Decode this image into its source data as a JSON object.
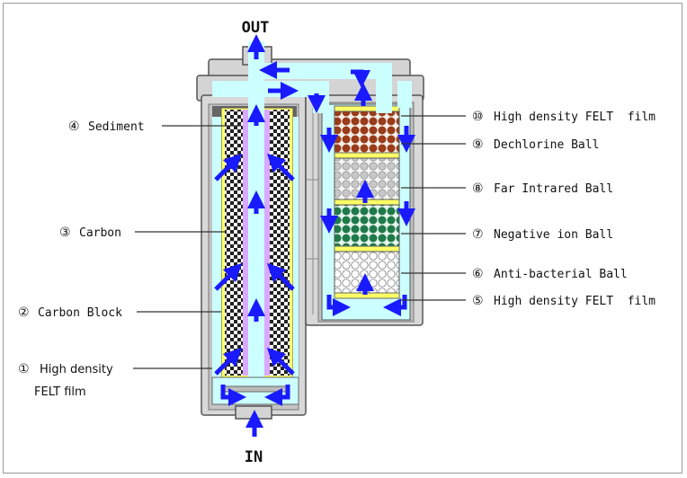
{
  "flow": {
    "out": "OUT",
    "in": "IN"
  },
  "left_labels": [
    {
      "num": "④",
      "text": "Sediment"
    },
    {
      "num": "③",
      "text": "Carbon"
    },
    {
      "num": "②",
      "text": "Carbon Block"
    },
    {
      "num": "①",
      "text": "High density",
      "text2": "FELT film"
    }
  ],
  "right_labels": [
    {
      "num": "⑩",
      "text": "High density FELT  film"
    },
    {
      "num": "⑨",
      "text": "Dechlorine Ball"
    },
    {
      "num": "⑧",
      "text": "Far Intrared Ball"
    },
    {
      "num": "⑦",
      "text": "Negative ion Ball"
    },
    {
      "num": "⑥",
      "text": "Anti-bacterial Ball"
    },
    {
      "num": "⑤",
      "text": "High density FELT  film"
    }
  ],
  "colors": {
    "arrow": "#1a1aff",
    "channel": "#ccffff",
    "housing": "#d8d8d8",
    "felt": "#ffff66",
    "dechlorine": "#9a3b1a",
    "negative_ion": "#1f7a4a",
    "far_infrared": "#c0c0c0",
    "sediment": "#d9a8ff"
  }
}
